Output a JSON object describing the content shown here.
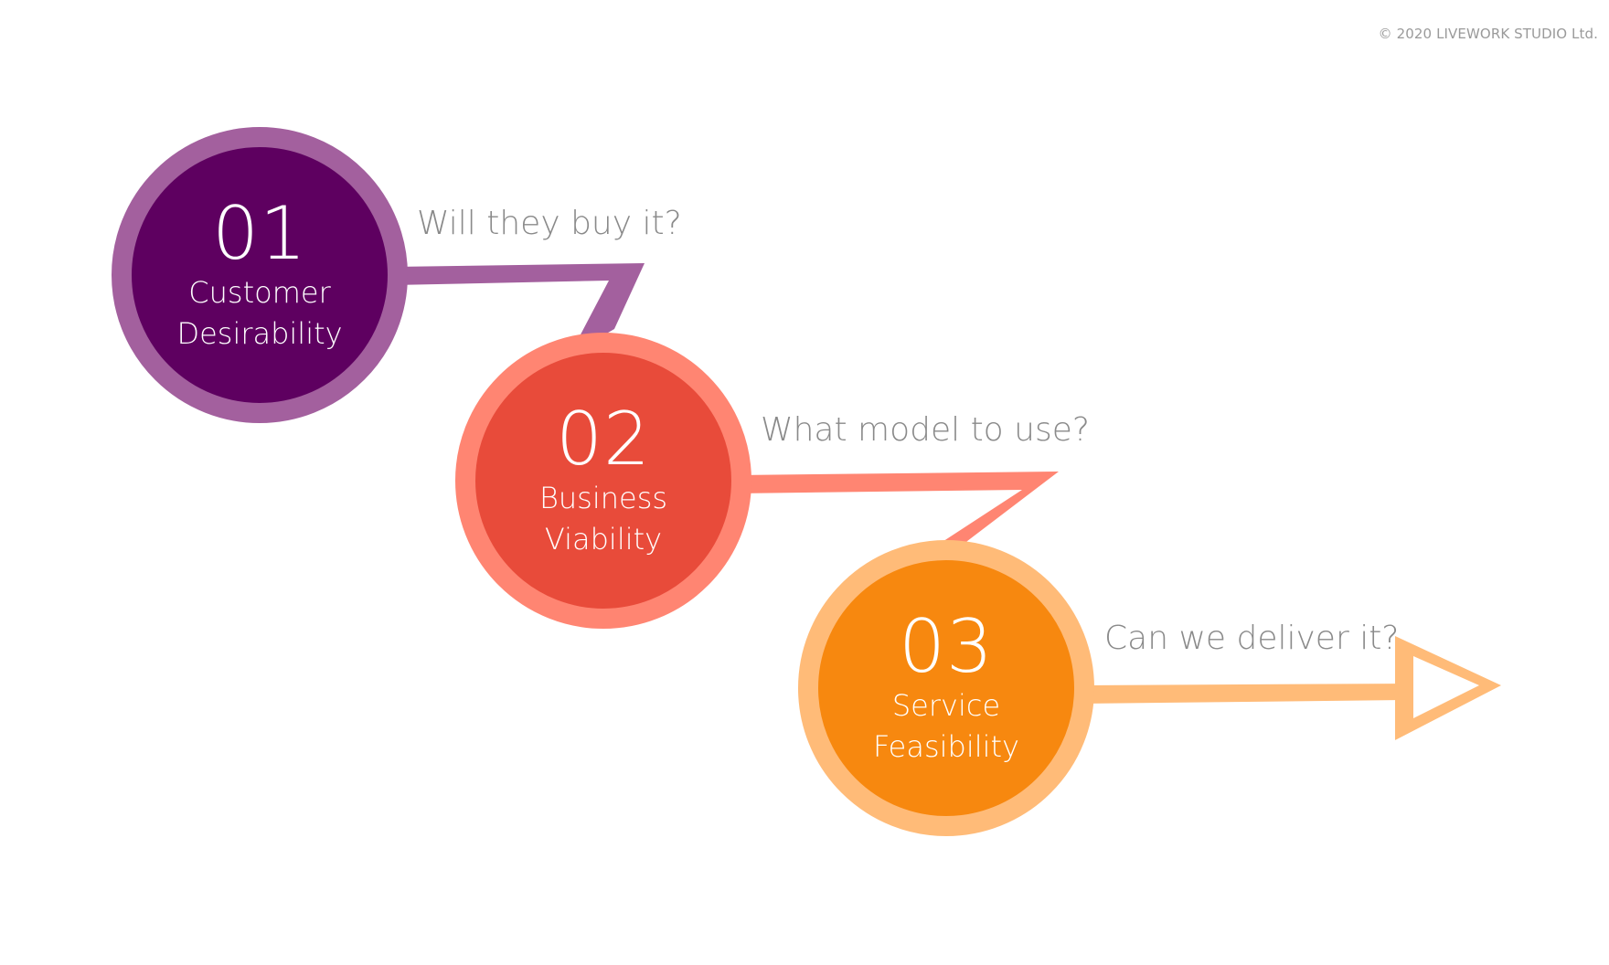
{
  "copyright": "© 2020 LIVEWORK STUDIO Ltd.",
  "stages": [
    {
      "number": "01",
      "line1": "Customer",
      "line2": "Desirability",
      "question": "Will they buy it?",
      "fill_color": "#5E0060",
      "ring_color": "#A3609E",
      "connector_color": "#A3609E"
    },
    {
      "number": "02",
      "line1": "Business",
      "line2": "Viability",
      "question": "What model to use?",
      "fill_color": "#E84B3A",
      "ring_color": "#FF8572",
      "connector_color": "#FF8572"
    },
    {
      "number": "03",
      "line1": "Service",
      "line2": "Feasibility",
      "question": "Can we deliver it?",
      "fill_color": "#F7880F",
      "ring_color": "#FFBB78",
      "connector_color": "#FFBB78"
    }
  ]
}
